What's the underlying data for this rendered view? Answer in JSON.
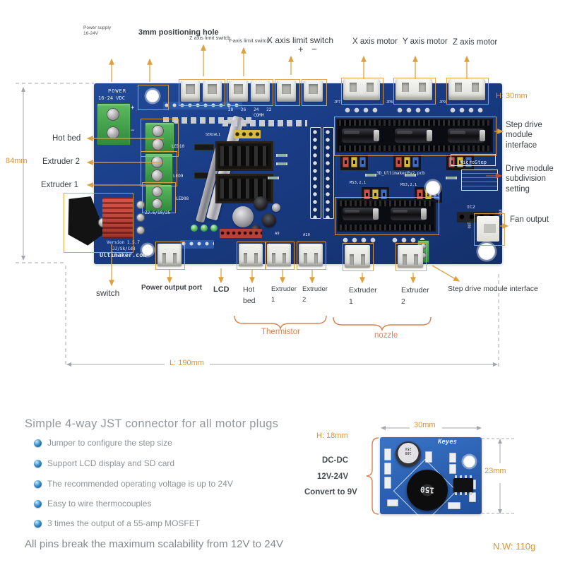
{
  "callouts": {
    "power_supply": "Power supply\n16-24V",
    "hole": "3mm positioning hole",
    "z_limit": "Z axis limit switch",
    "y_limit": "Y-axis limit switch",
    "x_limit": "X axis limit switch",
    "polarity": "+ −",
    "x_motor": "X axis motor",
    "y_motor": "Y axis motor",
    "z_motor": "Z axis motor",
    "hot_bed": "Hot bed",
    "extruder2": "Extruder 2",
    "extruder1": "Extruder 1",
    "switch": "switch",
    "step_drive": "Step drive\nmodule interface",
    "subdivision": "Drive module\nsubdivision setting",
    "fan_output": "Fan output",
    "power_output": "Power output port",
    "lcd": "LCD",
    "therm_hot_bed": "Hot\nbed",
    "therm_ext1": "Extruder\n1",
    "therm_ext2": "Extruder\n2",
    "nozzle_ext1": "Extruder\n1",
    "nozzle_ext2": "Extruder\n2",
    "step_drive_bottom": "Step drive module interface",
    "thermistor": "Thermistor",
    "nozzle": "nozzle"
  },
  "dimensions": {
    "board_height": "84mm",
    "board_length": "L: 190mm",
    "board_h": "H: 30mm",
    "module_width": "30mm",
    "module_h": "H: 18mm",
    "module_height": "23mm",
    "weight": "N.W: 110g"
  },
  "board_silkscreen": {
    "power": "POWER",
    "voltage": "16-24 VDC",
    "plus": "+",
    "minus": "−",
    "pin_numbers": "28   26   24   22",
    "jp7": "JP7",
    "jp8": "JP8",
    "jp9": "JP9",
    "comm": "COMM",
    "serial": "SERIAL1",
    "microstep": "MicroStep",
    "pcb_name": "3D_UltimakerPv2.pcb",
    "ms1": "MS3,2,1",
    "ms2": "MS3,2,1",
    "ic2": "IC2",
    "led10": "LED10",
    "led9": "LED9",
    "led8": "LED08",
    "date_code": "ZJ.6/10/25",
    "a9": "A9",
    "a10": "A10",
    "out": "OUT",
    "fan": "FAN",
    "version": "Version 1.5.7",
    "author": "JJ/Sk/CdB",
    "brand": "Ultimaker.com"
  },
  "dcdc_module": {
    "brand": "Keyes",
    "cap_label": "100\n25V",
    "inductor_label": "150",
    "line1": "DC-DC",
    "line2": "12V-24V",
    "line3": "Convert to 9V"
  },
  "features": {
    "heading": "Simple 4-way JST connector for all motor plugs",
    "bullets": [
      "Jumper to configure the step size",
      "Support LCD display and SD card",
      "The recommended operating voltage is up to 24V",
      "Easy to wire thermocouples",
      "3 times the output of a 55-amp MOSFET"
    ],
    "footer": "All pins break the maximum scalability from 12V to 24V"
  }
}
